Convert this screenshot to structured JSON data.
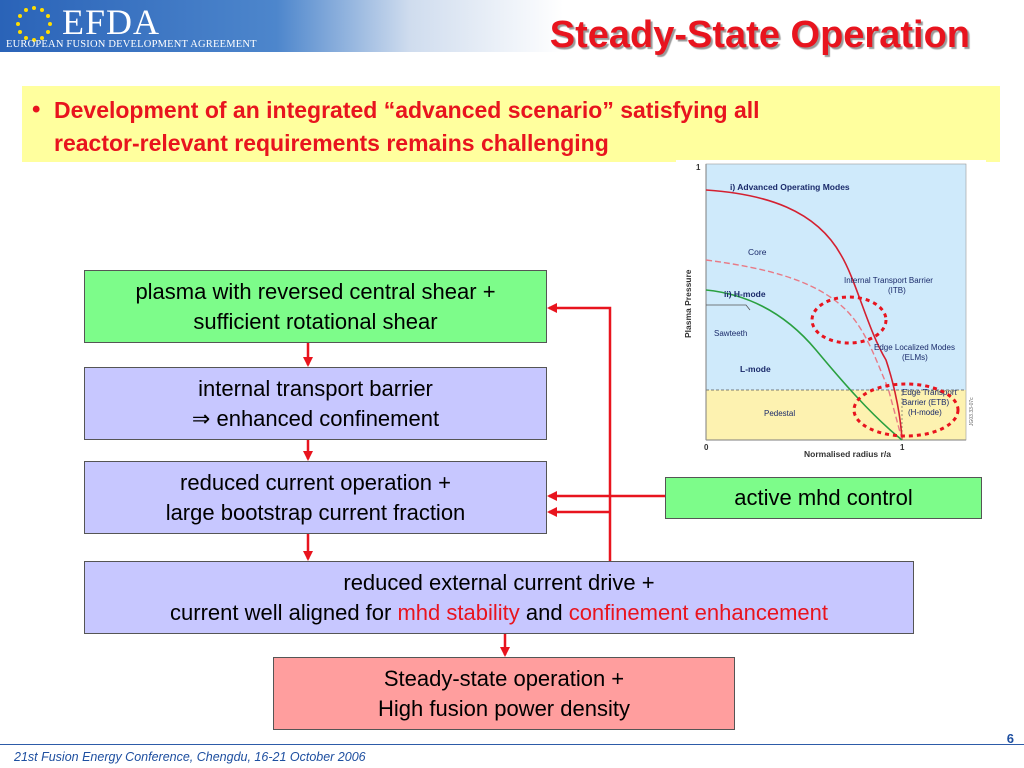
{
  "header": {
    "logo_text": "EFDA",
    "logo_subtitle": "EUROPEAN FUSION DEVELOPMENT AGREEMENT",
    "title": "Steady-State Operation"
  },
  "bullet": {
    "line1": "Development of an integrated “advanced scenario” satisfying all",
    "line2": "reactor-relevant requirements remains challenging"
  },
  "flow": {
    "box1": {
      "line1": "plasma with reversed central shear +",
      "line2": "sufficient rotational shear"
    },
    "box2": {
      "line1": "internal transport barrier",
      "symbol": "⇒",
      "line2": "enhanced confinement"
    },
    "box3": {
      "line1": "reduced current operation +",
      "line2": "large bootstrap current fraction"
    },
    "box4": {
      "line1": "reduced external current drive +",
      "line2_a": "current well aligned for ",
      "line2_red1": "mhd stability",
      "line2_b": " and ",
      "line2_red2": "confinement enhancement"
    },
    "box5": {
      "line1": "Steady-state operation +",
      "line2": "High fusion power density"
    },
    "side_box": "active mhd control"
  },
  "plot": {
    "ytick_top": "1",
    "xtick_0": "0",
    "xtick_1": "1",
    "ylabel": "Plasma Pressure",
    "xlabel": "Normalised radius r/a",
    "label_advanced": "i) Advanced Operating Modes",
    "label_core": "Core",
    "label_itb_1": "Internal Transport Barrier",
    "label_itb_2": "(ITB)",
    "label_hmode": "ii) H-mode",
    "label_sawteeth": "Sawteeth",
    "label_elm_1": "Edge Localized Modes",
    "label_elm_2": "(ELMs)",
    "label_lmode": "L-mode",
    "label_etb_1": "Edge Transport",
    "label_etb_2": "Barrier (ETB)",
    "label_etb_3": "(H-mode)",
    "label_pedestal": "Pedestal",
    "label_code": "JG03.33-07c",
    "colors": {
      "core_fill": "#cfeafb",
      "pedestal_fill": "#fdf2b0",
      "advanced": "#d42030",
      "hmode": "#e87a86",
      "lmode": "#2aa040"
    }
  },
  "footer": {
    "conference": "21st Fusion Energy Conference, Chengdu, 16-21 October 2006",
    "page": "6"
  },
  "colors": {
    "title_red": "#e8141e",
    "bullet_bg": "#ffff9e",
    "green_box": "#7dfc8a",
    "lavender_box": "#c7c7ff",
    "pink_box": "#ff9e9e",
    "arrow_red": "#e8141e",
    "header_blue": "#2d5ba8"
  }
}
